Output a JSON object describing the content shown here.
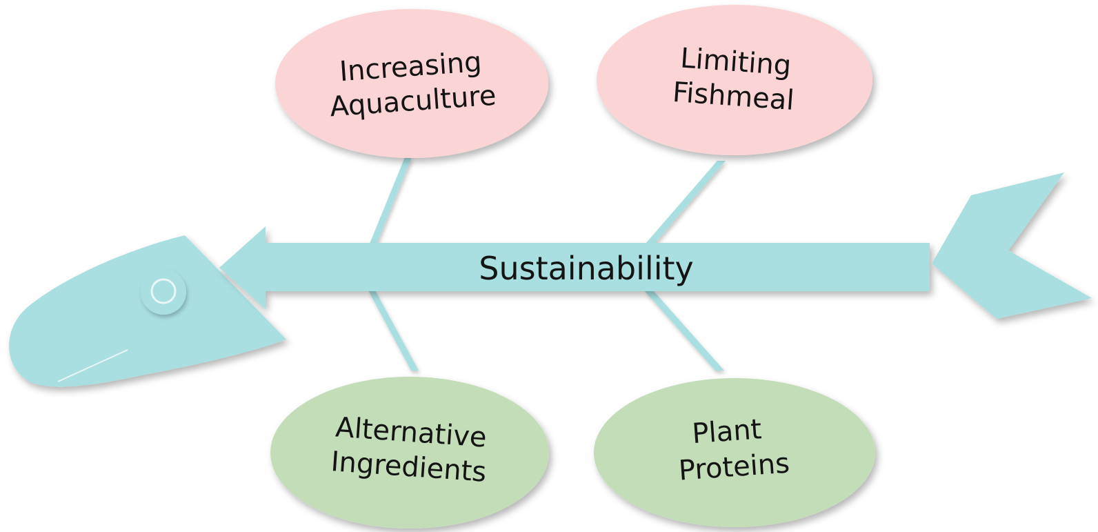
{
  "diagram": {
    "type": "fishbone",
    "colors": {
      "body": "#a9dfe1",
      "top_ovals": "#fbd5d5",
      "bottom_ovals": "#c3ddb9",
      "text": "#141414"
    },
    "spine": {
      "label": "Sustainability"
    },
    "causes": {
      "top_left": {
        "line1": "Increasing",
        "line2": "Aquaculture"
      },
      "top_right": {
        "line1": "Limiting",
        "line2": "Fishmeal"
      },
      "bottom_left": {
        "line1": "Alternative",
        "line2": "Ingredients"
      },
      "bottom_right": {
        "line1": "Plant",
        "line2": "Proteins"
      }
    }
  }
}
